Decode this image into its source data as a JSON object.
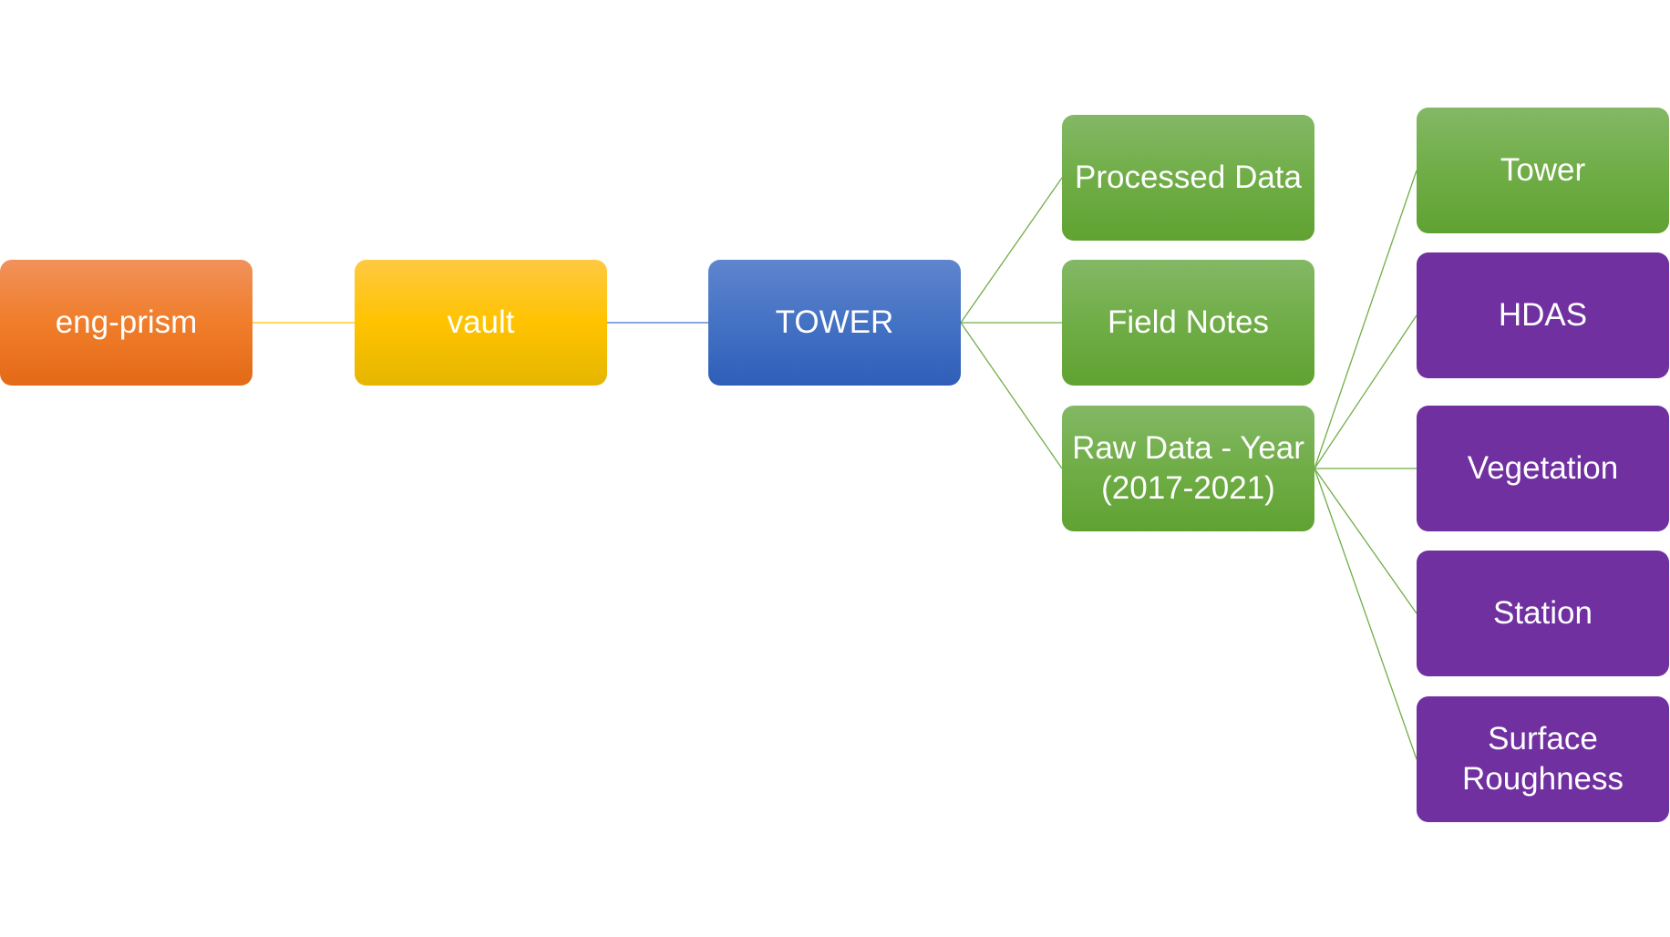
{
  "diagram": {
    "type": "hierarchy",
    "colors": {
      "orange": "#ED7D31",
      "yellow": "#FFC000",
      "blue": "#4472C4",
      "green": "#70AD47",
      "purple": "#7030A0"
    },
    "nodes": {
      "eng_prism": {
        "label": "eng-prism",
        "color": "orange"
      },
      "vault": {
        "label": "vault",
        "color": "yellow"
      },
      "tower_root": {
        "label": "TOWER",
        "color": "blue"
      },
      "processed_data": {
        "label": "Processed Data",
        "color": "green"
      },
      "field_notes": {
        "label": "Field Notes",
        "color": "green"
      },
      "raw_data": {
        "label": "Raw Data - Year\n(2017-2021)",
        "color": "green"
      },
      "tower": {
        "label": "Tower",
        "color": "green"
      },
      "hdas": {
        "label": "HDAS",
        "color": "purple"
      },
      "vegetation": {
        "label": "Vegetation",
        "color": "purple"
      },
      "station": {
        "label": "Station",
        "color": "purple"
      },
      "surface_roughness": {
        "label": "Surface\nRoughness",
        "color": "purple"
      }
    },
    "edges": [
      {
        "from": "eng_prism",
        "to": "vault",
        "color": "#FFC000"
      },
      {
        "from": "vault",
        "to": "tower_root",
        "color": "#4472C4"
      },
      {
        "from": "tower_root",
        "to": "processed_data",
        "color": "#70AD47"
      },
      {
        "from": "tower_root",
        "to": "field_notes",
        "color": "#70AD47"
      },
      {
        "from": "tower_root",
        "to": "raw_data",
        "color": "#70AD47"
      },
      {
        "from": "raw_data",
        "to": "tower",
        "color": "#70AD47"
      },
      {
        "from": "raw_data",
        "to": "hdas",
        "color": "#70AD47"
      },
      {
        "from": "raw_data",
        "to": "vegetation",
        "color": "#70AD47"
      },
      {
        "from": "raw_data",
        "to": "station",
        "color": "#70AD47"
      },
      {
        "from": "raw_data",
        "to": "surface_roughness",
        "color": "#70AD47"
      }
    ]
  }
}
